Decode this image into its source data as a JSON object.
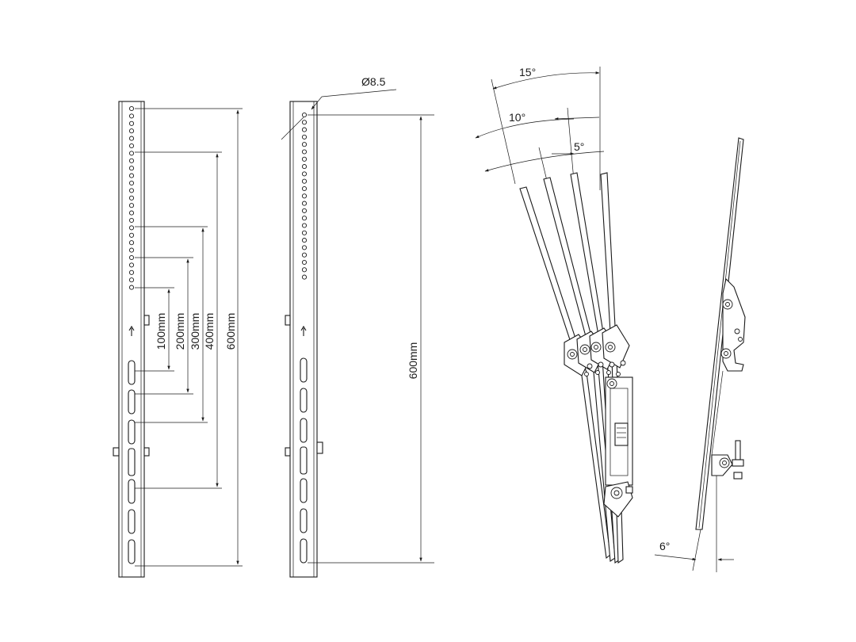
{
  "colors": {
    "ink": "#1a1a1a",
    "paper": "#ffffff"
  },
  "left_bracket": {
    "dimensions": [
      "100mm",
      "200mm",
      "300mm",
      "400mm",
      "600mm"
    ]
  },
  "middle_bracket": {
    "hole_diameter": "Ø8.5",
    "height": "600mm"
  },
  "tilt_view": {
    "angles": [
      "15°",
      "10°",
      "5°"
    ]
  },
  "side_view": {
    "angle": "6°"
  }
}
